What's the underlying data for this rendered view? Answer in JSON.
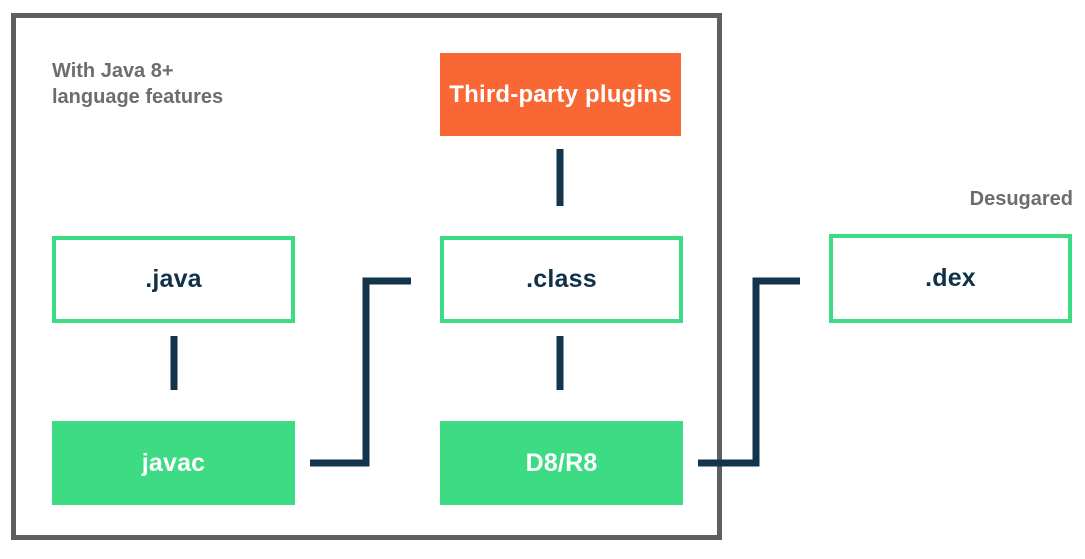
{
  "diagram": {
    "title_visible": false,
    "colors": {
      "green": "#3ddc84",
      "orange": "#f86734",
      "arrow_navy": "#12344d",
      "frame_gray": "#5f5f5f",
      "caption_gray": "#6d6d6d",
      "text_dark": "#0f3149",
      "text_light": "#ffffff",
      "background": "#ffffff"
    },
    "group_box": {
      "name": "desugaring-pipeline-group",
      "label": ""
    },
    "captions": [
      {
        "id": "java8-note",
        "text": "With Java 8+\nlanguage features"
      },
      {
        "id": "desugared-note",
        "text": "Desugared"
      }
    ],
    "nodes": [
      {
        "id": "third-party-plugins",
        "label": "Third-party plugins",
        "style": "filled-orange"
      },
      {
        "id": "java-source",
        "label": ".java",
        "style": "outline-green"
      },
      {
        "id": "class-file",
        "label": ".class",
        "style": "outline-green"
      },
      {
        "id": "dex-file",
        "label": ".dex",
        "style": "outline-green"
      },
      {
        "id": "javac",
        "label": "javac",
        "style": "filled-green"
      },
      {
        "id": "d8r8",
        "label": "D8/R8",
        "style": "filled-green"
      }
    ],
    "edges": [
      {
        "id": "plugins-to-class",
        "from": "third-party-plugins",
        "to": "class-file",
        "shape": "straight-down"
      },
      {
        "id": "java-to-javac",
        "from": "java-source",
        "to": "javac",
        "shape": "straight-down"
      },
      {
        "id": "javac-to-class",
        "from": "javac",
        "to": "class-file",
        "shape": "elbow-right-up"
      },
      {
        "id": "class-to-d8r8",
        "from": "class-file",
        "to": "d8r8",
        "shape": "straight-down"
      },
      {
        "id": "d8r8-to-dex",
        "from": "d8r8",
        "to": "dex-file",
        "shape": "elbow-right-up"
      }
    ]
  }
}
